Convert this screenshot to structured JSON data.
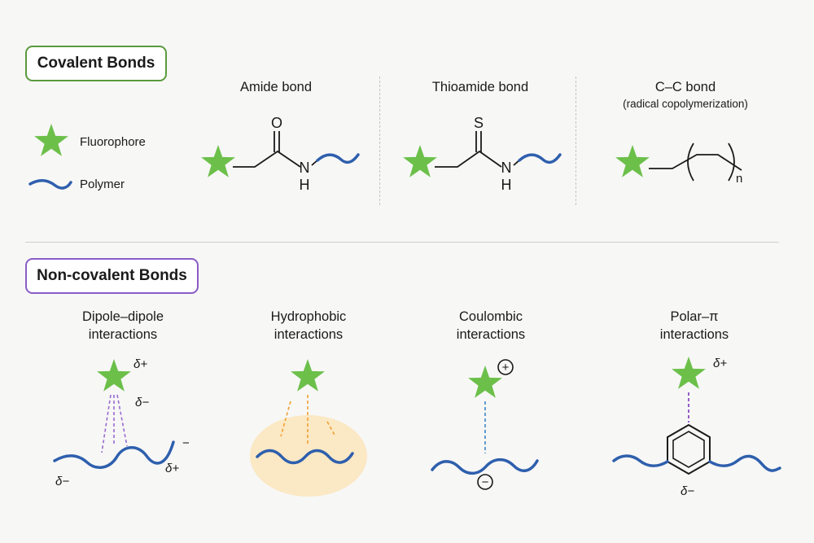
{
  "colors": {
    "star": "#6cc04a",
    "polymer": "#2e5fad",
    "bond": "#1a1a1a",
    "covalent_border": "#5a9a3c",
    "noncovalent_border": "#8a5cc6",
    "dipole_dash": "#9b6bd1",
    "hydrophobic_dash": "#f0a030",
    "hydrophobic_fill": "#fbe8c4",
    "coulombic_dash": "#3d86c6",
    "polar_pi_dash": "#8a4cc0"
  },
  "covalent": {
    "title": "Covalent Bonds",
    "legend": {
      "fluorophore": "Fluorophore",
      "polymer": "Polymer"
    },
    "bonds": [
      {
        "heading": "Amide bond",
        "top_atom": "O",
        "n_atom": "N",
        "h_atom": "H"
      },
      {
        "heading": "Thioamide bond",
        "top_atom": "S",
        "n_atom": "N",
        "h_atom": "H"
      },
      {
        "heading": "C–C bond",
        "subheading": "(radical copolymerization)",
        "subscript": "n"
      }
    ]
  },
  "noncovalent": {
    "title": "Non-covalent Bonds",
    "interactions": [
      {
        "heading_line1": "Dipole–dipole",
        "heading_line2": "interactions",
        "star_top_label": "δ+",
        "star_bottom_label": "δ−",
        "chain_left_label": "δ−",
        "chain_right_label": "δ+",
        "chain_end_label": "−"
      },
      {
        "heading_line1": "Hydrophobic",
        "heading_line2": "interactions"
      },
      {
        "heading_line1": "Coulombic",
        "heading_line2": "interactions",
        "star_charge": "+",
        "polymer_charge": "−"
      },
      {
        "heading_line1": "Polar–π",
        "heading_line2": "interactions",
        "star_label": "δ+",
        "ring_label": "δ−"
      }
    ]
  }
}
